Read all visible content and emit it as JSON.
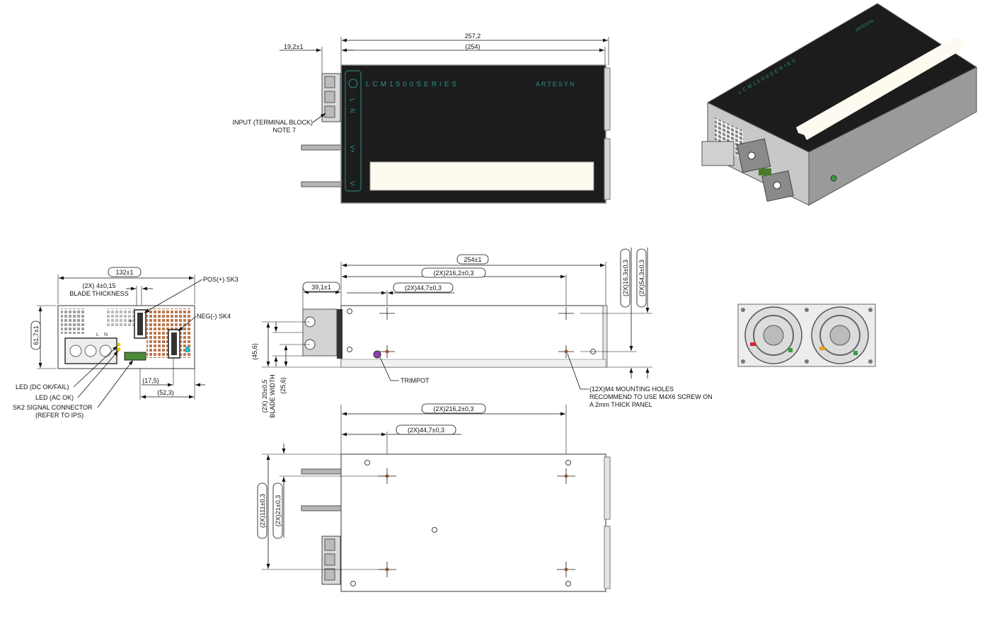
{
  "top_view": {
    "dim_overall": "257,2",
    "dim_body": "(254)",
    "dim_terminal": "19,2±1",
    "series_text": "LCM1500SERIES",
    "brand_text": "ARTESYN",
    "term_labels": [
      "L",
      "N"
    ],
    "out_labels": [
      "V+",
      "V-"
    ],
    "input_note_1": "INPUT (TERMINAL BLOCK)",
    "input_note_2": "NOTE 7"
  },
  "front_view": {
    "dim_width": "132±1",
    "dim_height": "61,7±1",
    "blade_thickness_1": "(2X) 4±0,15",
    "blade_thickness_2": "BLADE THICKNESS",
    "pos_label": "POS(+) SK3",
    "neg_label": "NEG(-) SK4",
    "dim_17_5": "(17,5)",
    "dim_52_3": "(52,3)",
    "led_dc": "LED (DC OK/FAIL)",
    "led_ac": "LED (AC OK)",
    "sk2_1": "SK2 SIGNAL CONNECTOR",
    "sk2_2": "(REFER TO IPS)",
    "plus_sign": "+",
    "minus_sign": "-",
    "term_labels": [
      "L",
      "N"
    ]
  },
  "side_view": {
    "dim_length": "254±1",
    "dim_216": "(2X)216,2±0,3",
    "dim_44": "(2X)44,7±0,3",
    "dim_39": "39,1±1",
    "dim_16": "(2X)16,3±0,3",
    "dim_54": "(2X)54,3±0,3",
    "dim_45": "(45,6)",
    "dim_20": "(2X) 20±0,5",
    "blade_width": "BLADE WIDTH",
    "dim_25": "(25,6)",
    "trimpot": "TRIMPOT",
    "mount_1": "(12X)M4 MOUNTING HOLES",
    "mount_2": "RECOMMEND TO USE M4X6 SCREW ON",
    "mount_3": "A 2mm THICK PANEL"
  },
  "bottom_view": {
    "dim_216": "(2X)216,2±0,3",
    "dim_44": "(2X)44,7±0,3",
    "dim_111": "(2X)111±0,3",
    "dim_21": "(2X)21±0,3"
  },
  "iso_view": {
    "series_text": "LCM1500SERIES",
    "brand_text": "ARTESYN"
  },
  "colors": {
    "module_body": "#1c1c1c",
    "module_edge": "#8a8a8a",
    "label_area": "#fdfbef",
    "teal_print": "#2a8f8a",
    "metal": "#e8e8e8",
    "vent_brown": "#a0522d"
  }
}
